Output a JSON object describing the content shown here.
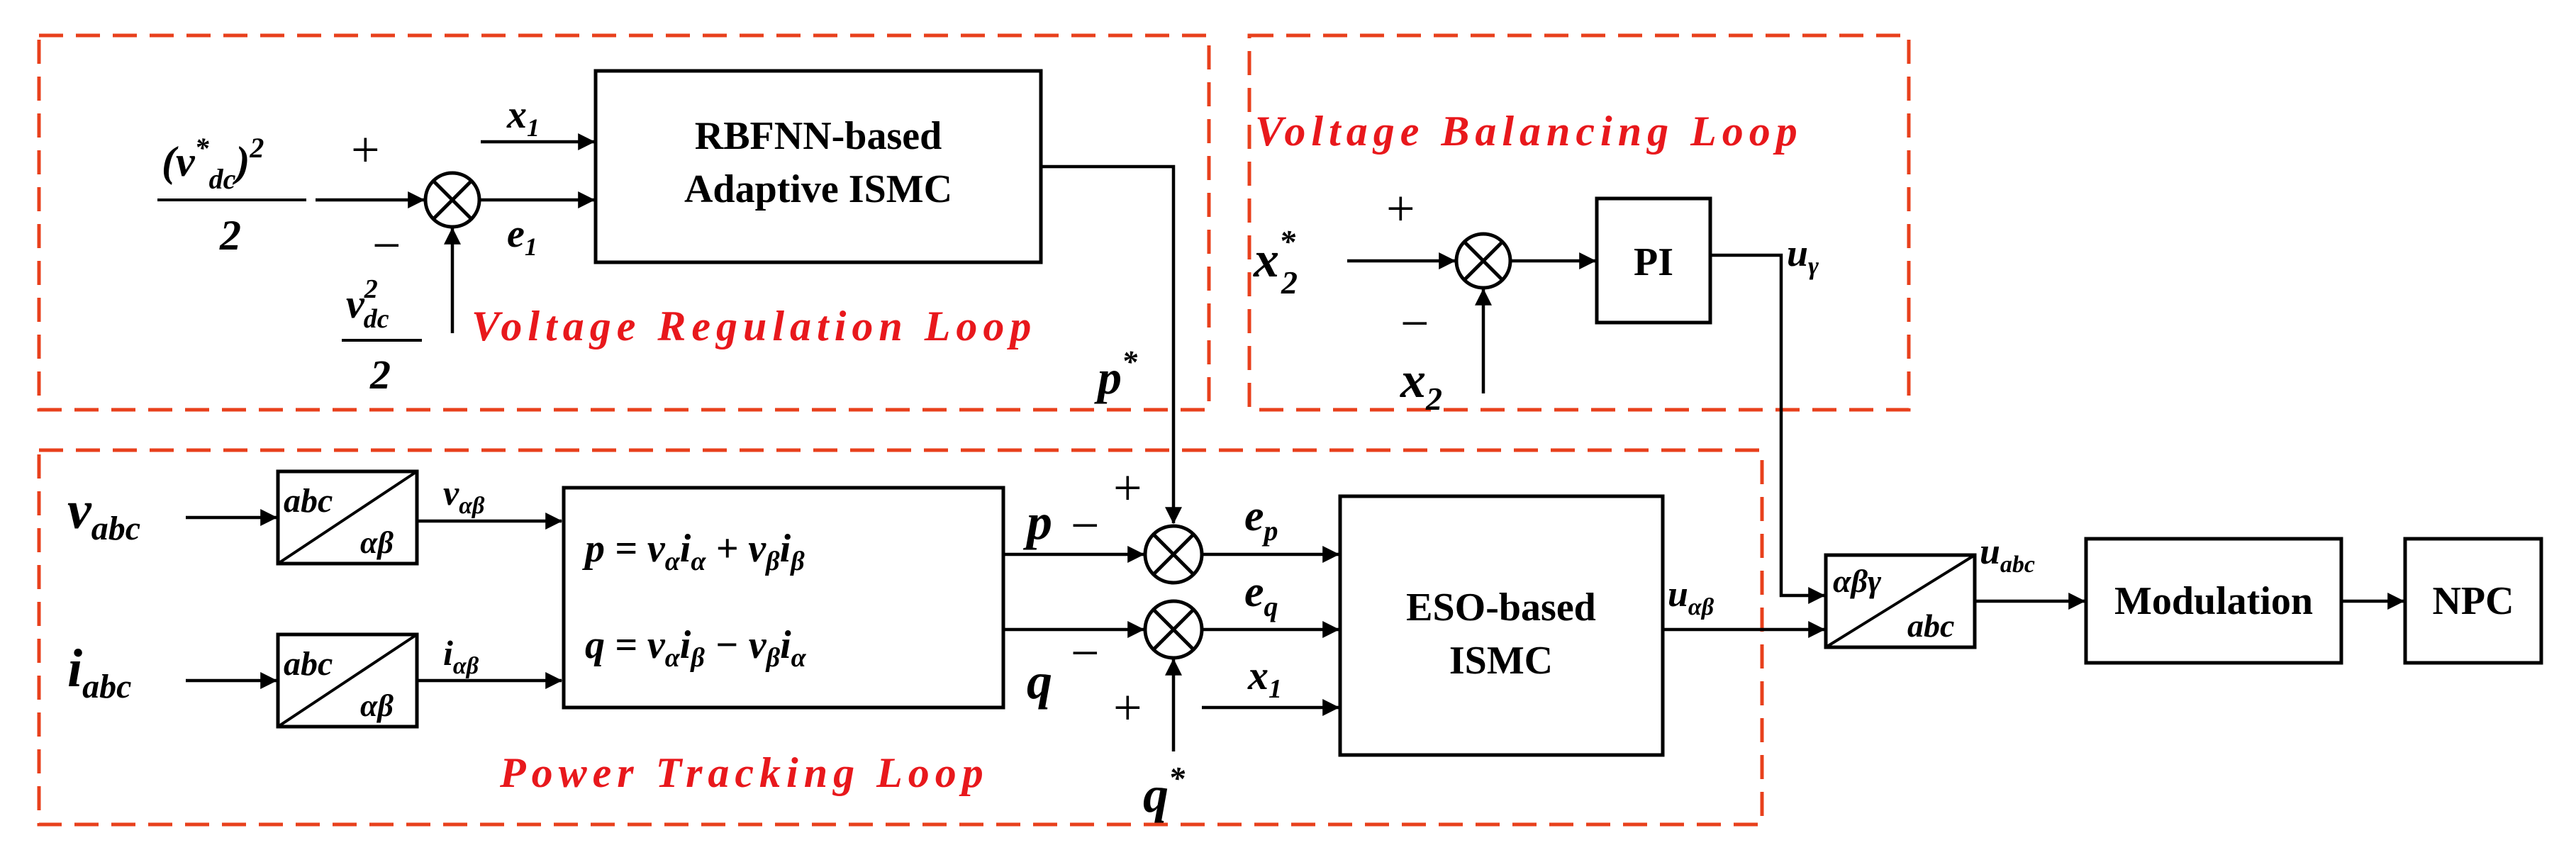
{
  "loops": {
    "voltage_regulation": "Voltage Regulation Loop",
    "voltage_balancing": "Voltage Balancing Loop",
    "power_tracking": "Power Tracking Loop"
  },
  "blocks": {
    "rbfnn_line1": "RBFNN-based",
    "rbfnn_line2": "Adaptive ISMC",
    "pi": "PI",
    "eso_line1": "ESO-based",
    "eso_line2": "ISMC",
    "modulation": "Modulation",
    "npc": "NPC",
    "power_eq_p": "p = vαiα + vβiβ",
    "power_eq_q": "q = vαiβ − vβiα"
  },
  "transforms": {
    "abc_top": "abc",
    "ab_bottom": "αβ",
    "abg_top": "αβγ",
    "abc_bottom": "abc"
  },
  "signals": {
    "vdc_ref_num": "(v*dc)²",
    "vdc_ref_den": "2",
    "vdc_num": "v²dc",
    "vdc_den": "2",
    "x1": "x1",
    "e1": "e1",
    "p_star": "p*",
    "x2_star": "x*2",
    "x2": "x2",
    "u_gamma": "uγ",
    "v_abc": "vabc",
    "i_abc": "iabc",
    "v_ab": "vαβ",
    "i_ab": "iαβ",
    "p": "p",
    "q": "q",
    "ep": "ep",
    "eq": "eq",
    "x1_eso": "x1",
    "q_star": "q*",
    "u_ab": "uαβ",
    "u_abc": "uabc"
  },
  "signs": {
    "plus": "+",
    "minus": "−"
  },
  "colors": {
    "loop_border": "#e8401c",
    "loop_label": "#e8181c",
    "line": "#000000"
  }
}
